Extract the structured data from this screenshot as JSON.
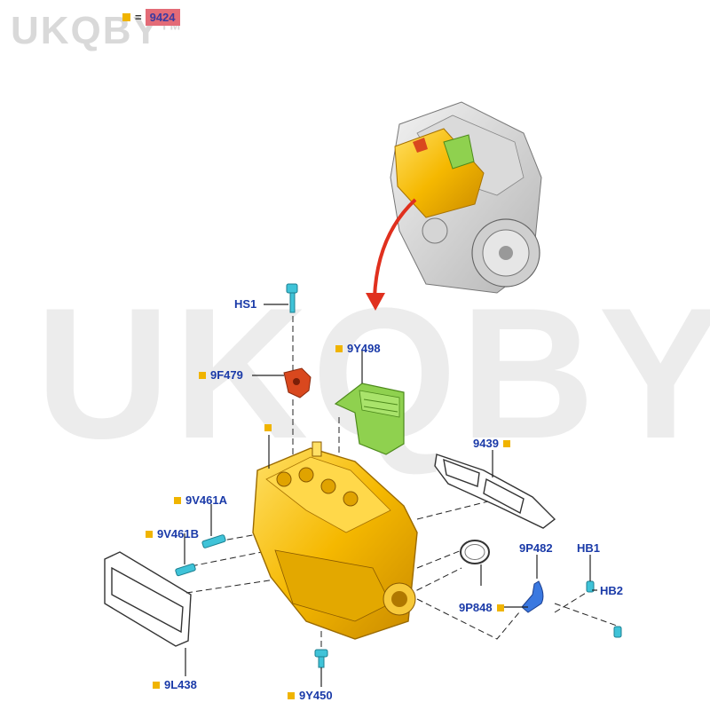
{
  "watermark": {
    "small": "UKQBY",
    "small_tm": "TM",
    "big": "UKQBY™"
  },
  "legend": {
    "equals": "=",
    "ref": "9424"
  },
  "colors": {
    "gold": "#f0b400",
    "label_blue": "#1a3aa8",
    "arrow_red": "#e0301e",
    "green_part": "#8fd14f",
    "red_part": "#d9481e",
    "cyan_fastener": "#3fc3d8",
    "highlight_ref": "#e36b77"
  },
  "parts": {
    "hs1": "HS1",
    "p9f479": "9F479",
    "p9y498": "9Y498",
    "p9439": "9439",
    "p9v461a": "9V461A",
    "p9v461b": "9V461B",
    "p9p482": "9P482",
    "hb1": "HB1",
    "hb2": "HB2",
    "p9p848": "9P848",
    "p9l438": "9L438",
    "p9y450": "9Y450"
  }
}
